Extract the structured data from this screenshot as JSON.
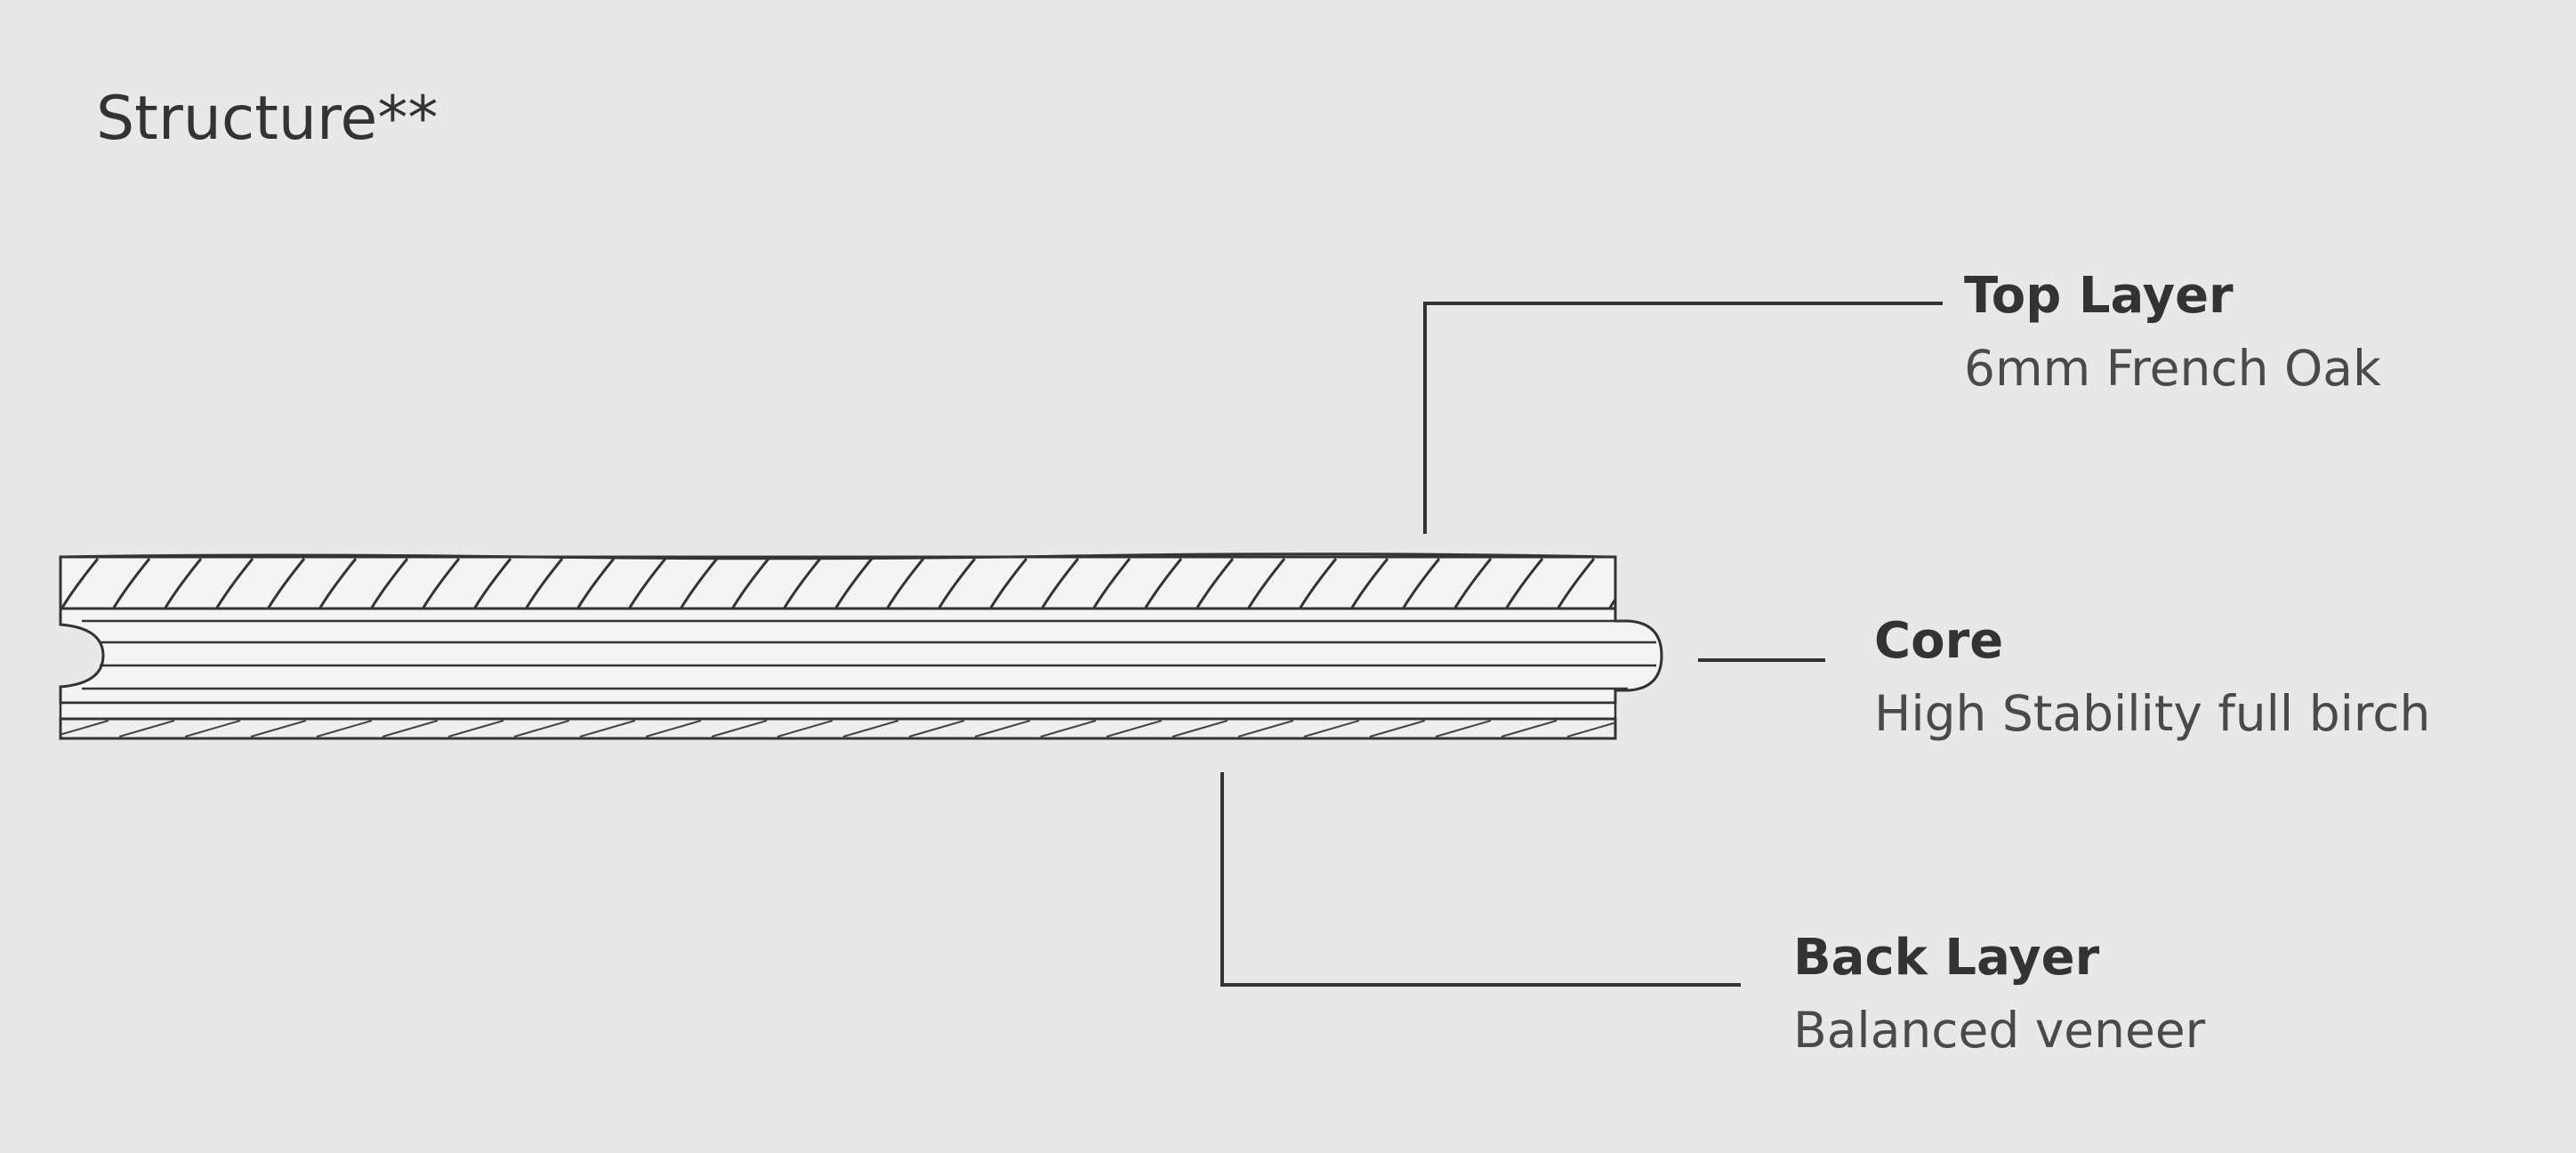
{
  "title": "Structure**",
  "colors": {
    "background": "#e8e8e8",
    "line": "#333333",
    "text": "#333333",
    "secondary_text": "#4a4a4a"
  },
  "callouts": {
    "top_layer": {
      "title": "Top Layer",
      "description": "6mm French Oak"
    },
    "core": {
      "title": "Core",
      "description": "High Stability full birch"
    },
    "back_layer": {
      "title": "Back Layer",
      "description": "Balanced veneer"
    }
  }
}
